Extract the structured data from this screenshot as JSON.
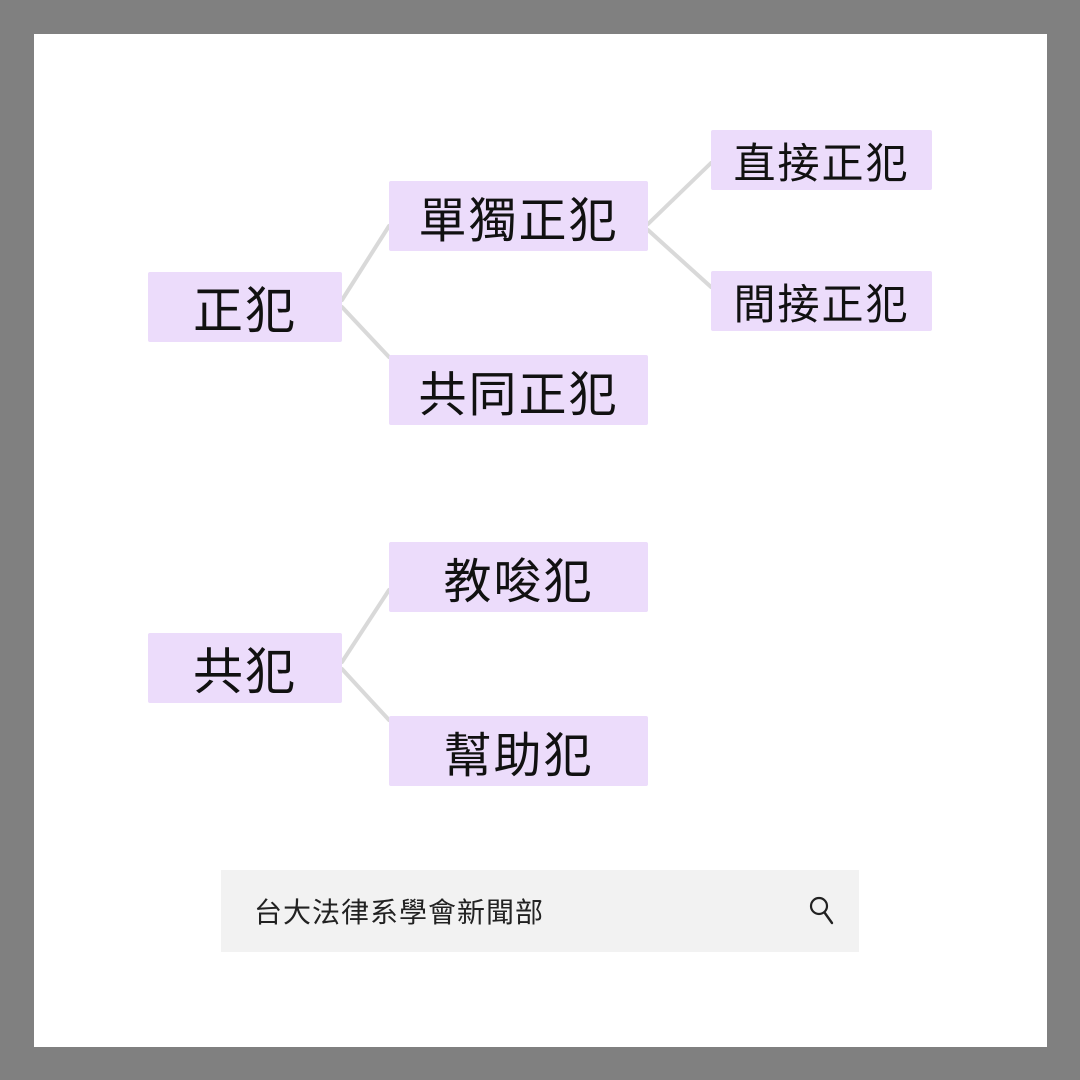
{
  "tree_top": {
    "root": "正犯",
    "children": [
      "單獨正犯",
      "共同正犯"
    ],
    "grandchildren": [
      "直接正犯",
      "間接正犯"
    ]
  },
  "tree_bottom": {
    "root": "共犯",
    "children": [
      "教唆犯",
      "幫助犯"
    ]
  },
  "search": {
    "text": "台大法律系學會新聞部",
    "icon": "search-icon"
  },
  "colors": {
    "node_fill": "#ecdcfb",
    "connector": "#d9d9d9",
    "frame": "#808080",
    "search_bg": "#f2f2f2"
  }
}
